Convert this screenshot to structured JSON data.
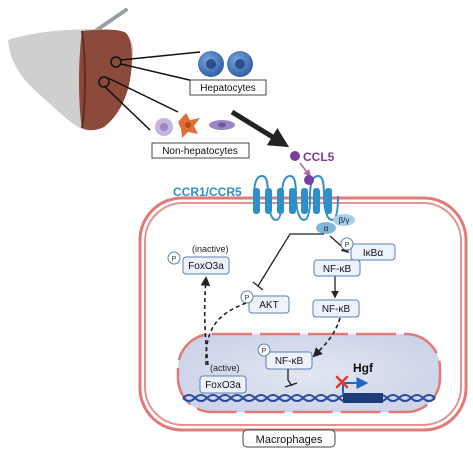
{
  "labels": {
    "hepatocytes": "Hepatocytes",
    "non_hepatocytes": "Non-hepatocytes",
    "ccl5": "CCL5",
    "receptor": "CCR1/CCR5",
    "g_alpha": "α",
    "g_beta_gamma": "β/γ",
    "inactive": "(inactive)",
    "foxo3a_inactive": "FoxO3a",
    "p_foxo3a": "P",
    "akt": "AKT",
    "p_akt": "P",
    "ikba": "IκBα",
    "p_ikba": "P",
    "nfkb_complex": "NF-κB",
    "nfkb_free": "NF-κB",
    "nfkb_nuclear": "NF-κB",
    "p_nfkb": "P",
    "active": "(active)",
    "foxo3a_active": "FoxO3a",
    "gene": "Hgf",
    "cell_type": "Macrophages"
  },
  "colors": {
    "liver": "#8b4a3a",
    "hepatocyte": "#3a6fb6",
    "membrane": "#e07a78",
    "receptor": "#2f8fc9",
    "ccl5": "#7a3e9d",
    "node_border": "#5a7fb0",
    "dna": "#2a4a9c",
    "block": "#e23a2a"
  }
}
